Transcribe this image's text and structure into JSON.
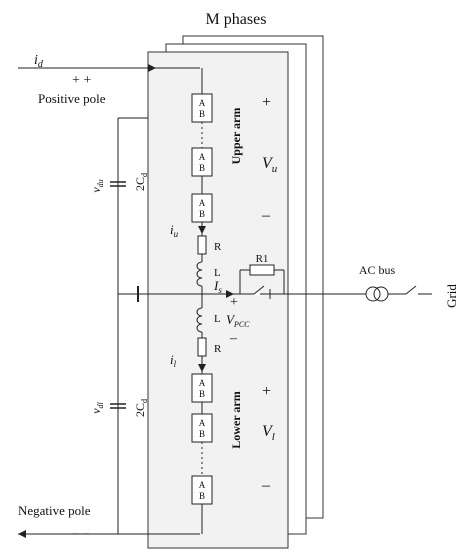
{
  "title": "M phases",
  "dc": {
    "i_d": "i",
    "i_d_sub": "d",
    "pos_sign": "+ +",
    "pos_label": "Positive pole",
    "neg_sign": "– –",
    "neg_label": "Negative pole",
    "v_top": "v",
    "v_top_sub": "du",
    "v_bot": "v",
    "v_bot_sub": "dl",
    "cap_top": "2C",
    "cap_top_sub": "d",
    "cap_bot": "2C",
    "cap_bot_sub": "d"
  },
  "arm": {
    "module_label_a": "A",
    "module_label_b": "B",
    "upper_label": "Upper arm",
    "lower_label": "Lower arm",
    "plus": "+",
    "minus": "–",
    "v_u": "V",
    "v_u_sub": "u",
    "v_l": "V",
    "v_l_sub": "l",
    "i_u": "i",
    "i_u_sub": "u",
    "i_l": "i",
    "i_l_sub": "l",
    "R": "R",
    "L": "L"
  },
  "ac": {
    "R1": "R1",
    "i_s": "I",
    "i_s_sub": "s",
    "vpcc": "V",
    "vpcc_sub": "PCC",
    "plus": "+",
    "minus": "–",
    "bus_label": "AC bus",
    "grid_label": "Grid"
  }
}
